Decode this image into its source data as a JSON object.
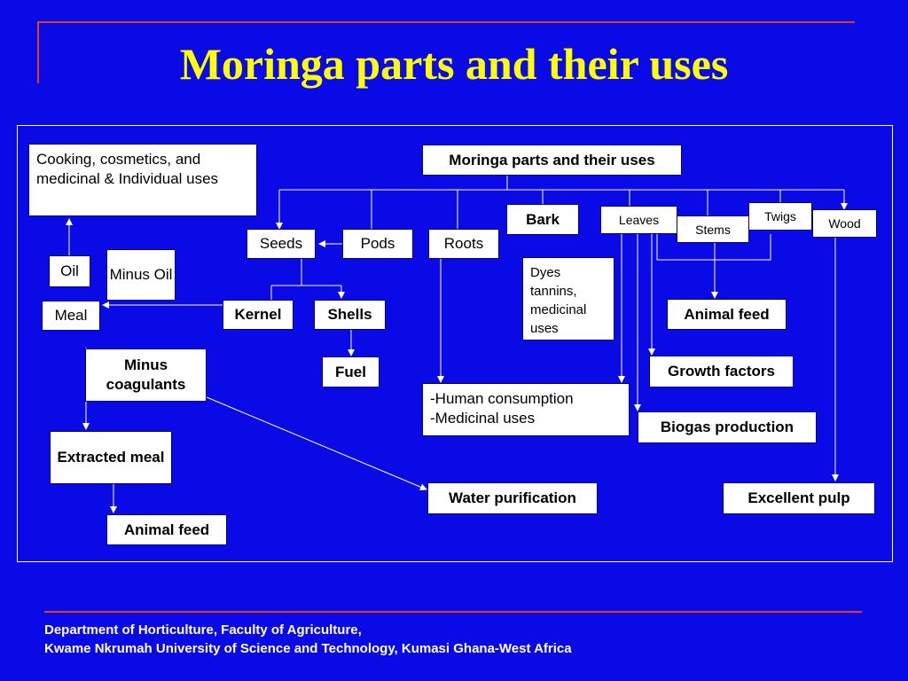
{
  "title": "Moringa parts and their uses",
  "nodes": {
    "root": "Moringa parts and their uses",
    "seeds": "Seeds",
    "pods": "Pods",
    "roots": "Roots",
    "bark": "Bark",
    "leaves": "Leaves",
    "stems": "Stems",
    "twigs": "Twigs",
    "wood": "Wood",
    "kernel": "Kernel",
    "shells": "Shells",
    "fuel": "Fuel",
    "oil": "Oil",
    "minus_oil": "Minus Oil",
    "meal": "Meal",
    "cooking_uses": "Cooking, cosmetics, and medicinal & Individual uses",
    "minus_coagulants": "Minus coagulants",
    "extracted_meal": "Extracted meal",
    "animal_feed_left": "Animal feed",
    "dyes": "Dyes tannins, medicinal uses",
    "human_consumption": "-Human consumption -Medicinal uses",
    "water_purification": "Water purification",
    "animal_feed_right": "Animal feed",
    "growth_factors": "Growth factors",
    "biogas": "Biogas production",
    "excellent_pulp": "Excellent pulp"
  },
  "footer": {
    "line1": "Department of Horticulture, Faculty of Agriculture,",
    "line2": "Kwame Nkrumah  University of  Science and Technology, Kumasi Ghana-West Africa"
  },
  "colors": {
    "background": "#0a0ae6",
    "title": "#ffff00",
    "rule": "#e0401a"
  }
}
